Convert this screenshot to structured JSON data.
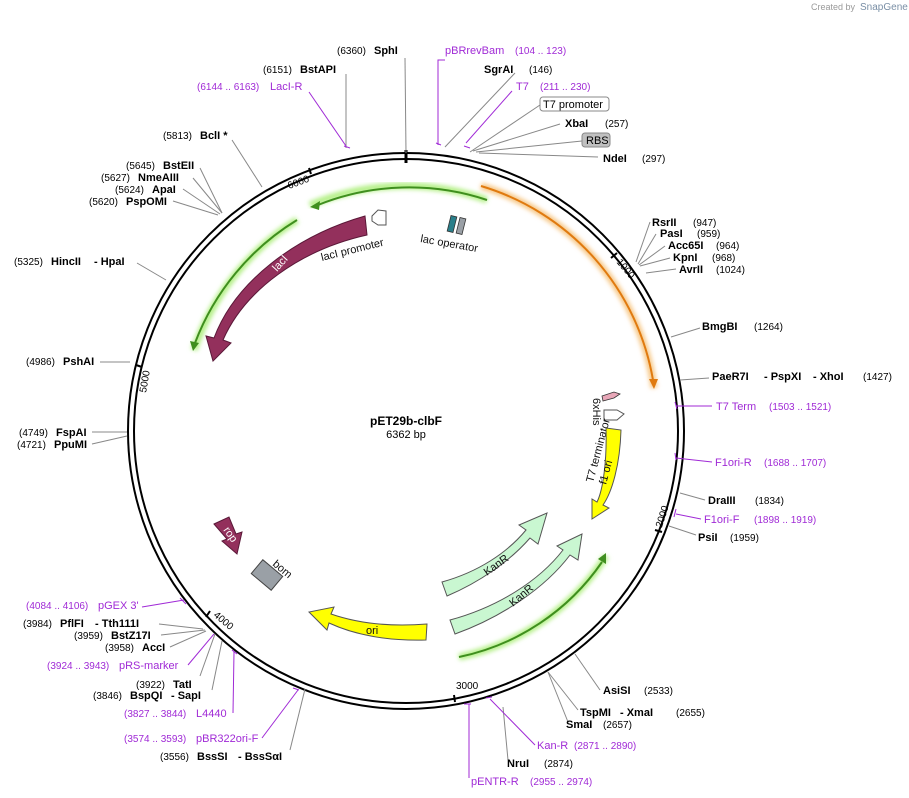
{
  "credit": {
    "prefix": "Created by",
    "brand": "SnapGene"
  },
  "plasmid": {
    "name": "pET29b-clbF",
    "length": "6362 bp",
    "total_bp": 6362
  },
  "ticks": [
    "1000",
    "2000",
    "3000",
    "4000",
    "5000",
    "6000"
  ],
  "sites": [
    {
      "name": "SphI",
      "pos": "(6360)"
    },
    {
      "name": "BstAPI",
      "pos": "(6151)"
    },
    {
      "name": "BclI *",
      "pos": "(5813)"
    },
    {
      "name": "BstEII",
      "pos": "(5645)"
    },
    {
      "name": "NmeAIII",
      "pos": "(5627)"
    },
    {
      "name": "ApaI",
      "pos": "(5624)"
    },
    {
      "name": "PspOMI",
      "pos": "(5620)"
    },
    {
      "name": "HincII",
      "pos": "(5325)",
      "name2": "- HpaI"
    },
    {
      "name": "PshAI",
      "pos": "(4986)"
    },
    {
      "name": "FspAI",
      "pos": "(4749)"
    },
    {
      "name": "PpuMI",
      "pos": "(4721)"
    },
    {
      "name": "PflFI",
      "pos": "(3984)",
      "name2": "- Tth111I"
    },
    {
      "name": "BstZ17I",
      "pos": "(3959)"
    },
    {
      "name": "AccI",
      "pos": "(3958)"
    },
    {
      "name": "TatI",
      "pos": "(3922)"
    },
    {
      "name": "BspQI",
      "pos": "(3846)",
      "name2": "- SapI"
    },
    {
      "name": "BssSI",
      "pos": "(3556)",
      "name2": "- BssSαI"
    },
    {
      "name": "SgrAI",
      "pos": "(146)"
    },
    {
      "name": "XbaI",
      "pos": "(257)"
    },
    {
      "name": "NdeI",
      "pos": "(297)"
    },
    {
      "name": "RsrII",
      "pos": "(947)"
    },
    {
      "name": "PasI",
      "pos": "(959)"
    },
    {
      "name": "Acc65I",
      "pos": "(964)"
    },
    {
      "name": "KpnI",
      "pos": "(968)"
    },
    {
      "name": "AvrII",
      "pos": "(1024)"
    },
    {
      "name": "BmgBI",
      "pos": "(1264)"
    },
    {
      "name": "PaeR7I",
      "pos": "(1427)",
      "name2": "- PspXI",
      "name3": "- XhoI"
    },
    {
      "name": "DraIII",
      "pos": "(1834)"
    },
    {
      "name": "PsiI",
      "pos": "(1959)"
    },
    {
      "name": "AsiSI",
      "pos": "(2533)"
    },
    {
      "name": "TspMI",
      "pos": "(2655)",
      "name2": "- XmaI"
    },
    {
      "name": "SmaI",
      "pos": "(2657)"
    },
    {
      "name": "NruI",
      "pos": "(2874)"
    }
  ],
  "primers": [
    {
      "name": "pBRrevBam",
      "range": "(104 .. 123)"
    },
    {
      "name": "T7",
      "range": "(211 .. 230)"
    },
    {
      "name": "LacI-R",
      "range": "(6144 .. 6163)"
    },
    {
      "name": "T7 Term",
      "range": "(1503 .. 1521)"
    },
    {
      "name": "F1ori-R",
      "range": "(1688 .. 1707)"
    },
    {
      "name": "F1ori-F",
      "range": "(1898 .. 1919)"
    },
    {
      "name": "pGEX 3'",
      "range": "(4084 .. 4106)"
    },
    {
      "name": "pRS-marker",
      "range": "(3924 .. 3943)"
    },
    {
      "name": "L4440",
      "range": "(3827 .. 3844)"
    },
    {
      "name": "pBR322ori-F",
      "range": "(3574 .. 3593)"
    },
    {
      "name": "Kan-R",
      "range": "(2871 .. 2890)"
    },
    {
      "name": "pENTR-R",
      "range": "(2955 .. 2974)"
    }
  ],
  "boxed_features": {
    "t7_promoter": "T7 promoter",
    "rbs": "RBS"
  },
  "features": {
    "laci": "lacI",
    "laci_promoter": "lacI promoter",
    "lac_operator": "lac operator",
    "his_tag": "6xHis",
    "t7_terminator": "T7 terminator",
    "f1_ori": "f1 ori",
    "kanr_a": "KanR",
    "kanr_b": "KanR",
    "rop": "rop",
    "bom": "bom",
    "ori": "ori"
  },
  "colors": {
    "laci": "#93305c",
    "promoter_outline": "#555555",
    "lac_operator_a": "#2a7f8a",
    "lac_operator_b": "#9aa0a6",
    "f1_ori": "#ffff00",
    "kanr": "#c9f7d1",
    "rop": "#93305c",
    "bom": "#9aa0a6",
    "ori": "#ffff00",
    "orf_orange": "#e07a0f",
    "orf_green": "#3f8f1e",
    "primer": "#a02ad6"
  }
}
